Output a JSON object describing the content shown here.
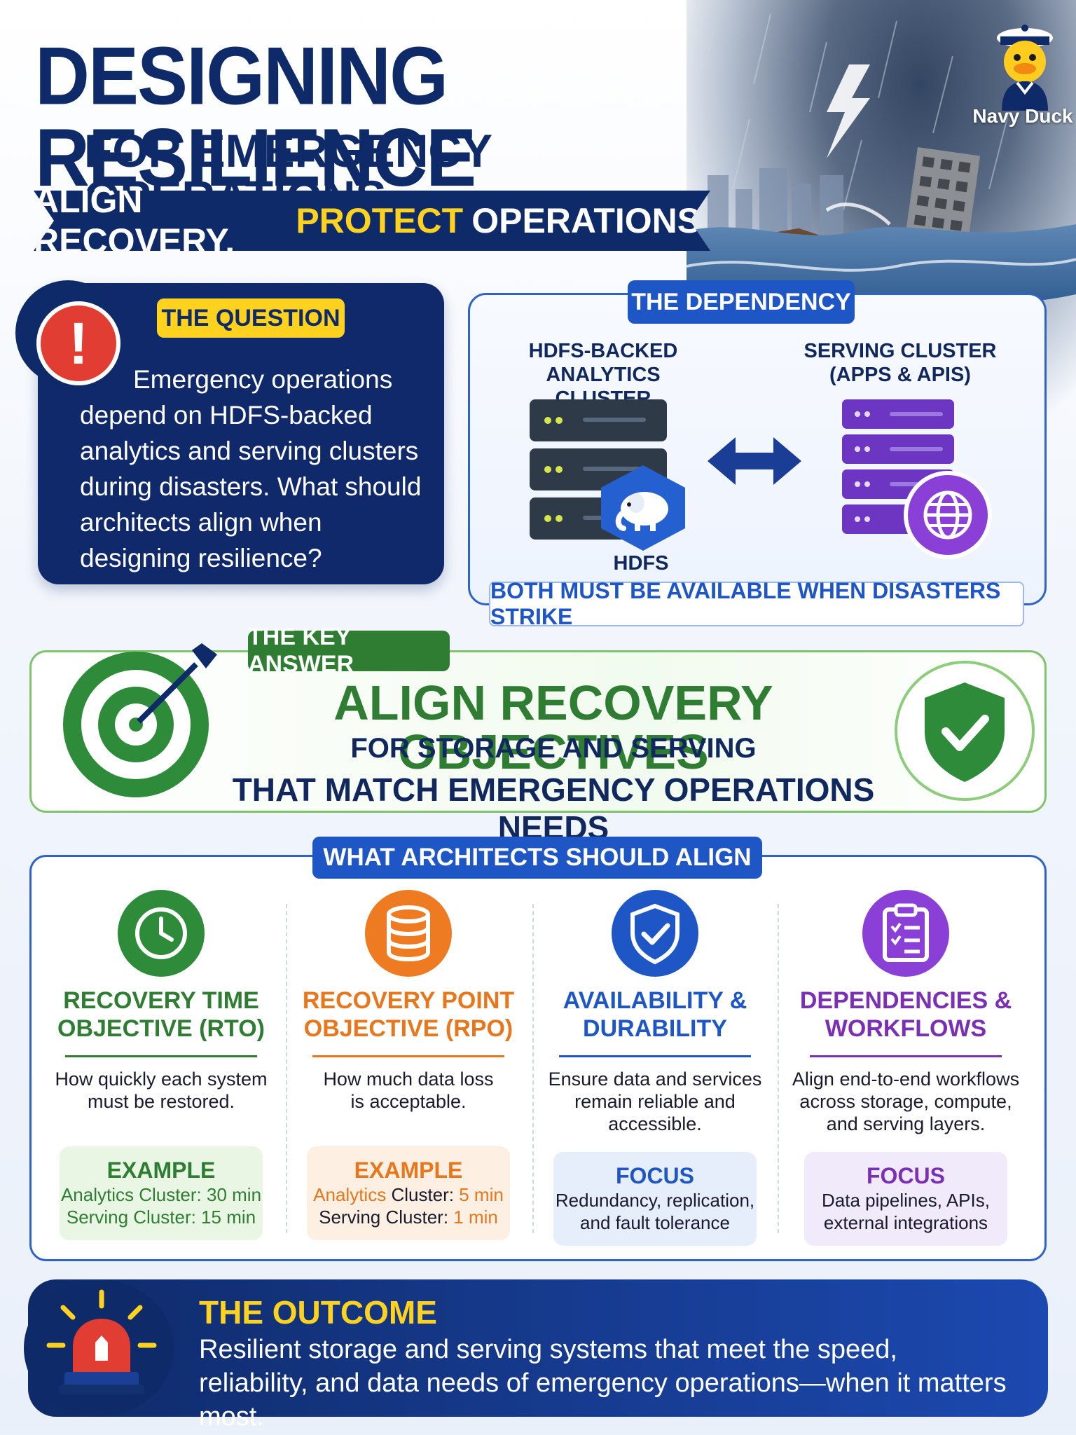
{
  "header": {
    "title": "DESIGNING RESILIENCE",
    "subtitle": "FOR EMERGENCY OPERATIONS",
    "banner_part1": "ALIGN RECOVERY.",
    "banner_highlight": "PROTECT",
    "banner_part2": "OPERATIONS.",
    "brand_name": "Navy Duck"
  },
  "question": {
    "tag": "THE QUESTION",
    "text": "Emergency operations depend on HDFS-backed analytics and serving clusters during disasters. What should architects align when designing resilience?"
  },
  "dependency": {
    "tag": "THE DEPENDENCY",
    "left_label_line1": "HDFS-BACKED",
    "left_label_line2": "ANALYTICS CLUSTER",
    "right_label_line1": "SERVING CLUSTER",
    "right_label_line2": "(APPS & APIS)",
    "hdfs_caption": "HDFS",
    "bottom_note": "BOTH MUST BE AVAILABLE WHEN DISASTERS STRIKE"
  },
  "key_answer": {
    "tag": "THE KEY ANSWER",
    "headline": "ALIGN RECOVERY OBJECTIVES",
    "line1": "FOR STORAGE AND SERVING",
    "line2": "THAT MATCH EMERGENCY OPERATIONS NEEDS"
  },
  "align": {
    "tag": "WHAT ARCHITECTS SHOULD ALIGN",
    "columns": [
      {
        "title_line1": "RECOVERY TIME",
        "title_line2": "OBJECTIVE (RTO)",
        "desc_line1": "How quickly each system",
        "desc_line2": "must be restored.",
        "desc_line3": "",
        "box_title": "EXAMPLE",
        "box_line1": "Analytics Cluster: 30 min",
        "box_line2": "Serving Cluster: 15 min",
        "color": "#2e7d32"
      },
      {
        "title_line1": "RECOVERY POINT",
        "title_line2": "OBJECTIVE (RPO)",
        "desc_line1": "How much data loss",
        "desc_line2": "is acceptable.",
        "desc_line3": "",
        "box_title": "EXAMPLE",
        "box_line1_a": "Analytics",
        "box_line1_b": " Cluster: ",
        "box_line1_c": "5 min",
        "box_line2_a": "Serving Cluster: ",
        "box_line2_b": "1 min",
        "color": "#e8761c"
      },
      {
        "title_line1": "AVAILABILITY &",
        "title_line2": "DURABILITY",
        "desc_line1": "Ensure data and services",
        "desc_line2": "remain reliable and",
        "desc_line3": "accessible.",
        "box_title": "FOCUS",
        "box_line1": "Redundancy, replication,",
        "box_line2": "and fault tolerance",
        "color": "#1f56c6"
      },
      {
        "title_line1": "DEPENDENCIES &",
        "title_line2": "WORKFLOWS",
        "desc_line1": "Align end-to-end workflows",
        "desc_line2": "across storage, compute,",
        "desc_line3": "and serving layers.",
        "box_title": "FOCUS",
        "box_line1": "Data pipelines, APIs,",
        "box_line2": "external integrations",
        "color": "#7b2fb5"
      }
    ]
  },
  "outcome": {
    "title": "THE OUTCOME",
    "line1": "Resilient storage and serving systems that meet the speed,",
    "line2": "reliability, and data needs of emergency operations—when it matters most."
  },
  "colors": {
    "navy": "#0f2a68",
    "yellow": "#ffd21f",
    "blue": "#1f56c6",
    "green": "#2e7d32",
    "orange": "#e8761c",
    "purple": "#7b2fb5",
    "red": "#e23d32"
  },
  "icons": [
    "alert-icon",
    "elephant-icon",
    "globe-icon",
    "double-arrow-icon",
    "target-icon",
    "shield-check-icon",
    "clock-icon",
    "database-icon",
    "shield-icon",
    "clipboard-icon",
    "siren-icon",
    "duck-mascot-icon"
  ]
}
